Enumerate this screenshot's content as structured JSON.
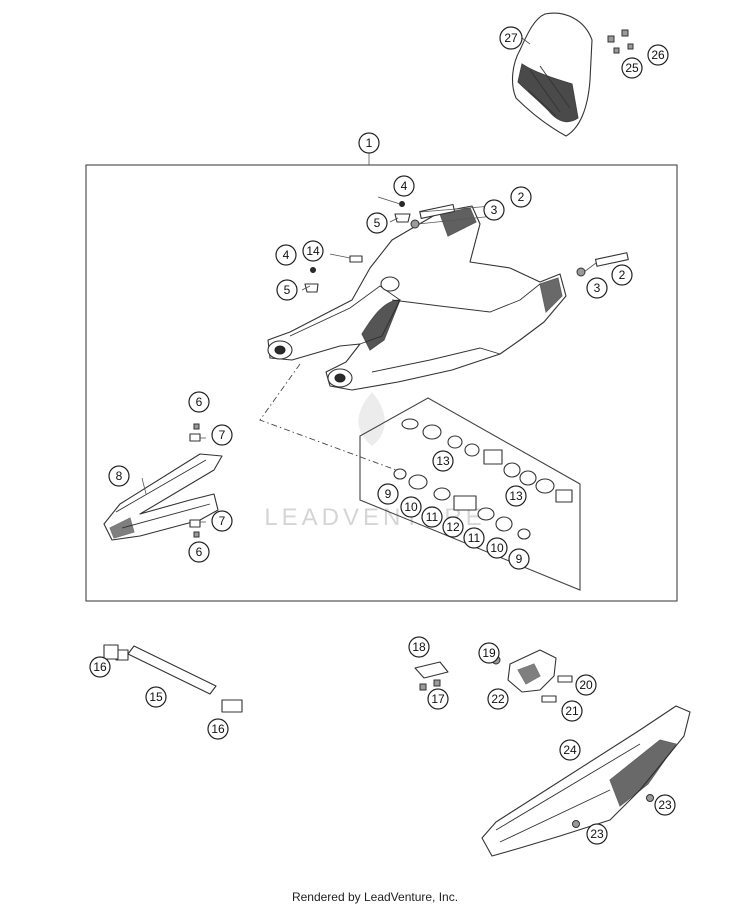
{
  "diagram": {
    "callouts": [
      {
        "id": "c27",
        "label": "27"
      },
      {
        "id": "c25",
        "label": "25"
      },
      {
        "id": "c26",
        "label": "26"
      },
      {
        "id": "c1",
        "label": "1"
      },
      {
        "id": "c4a",
        "label": "4"
      },
      {
        "id": "c5a",
        "label": "5"
      },
      {
        "id": "c2a",
        "label": "2"
      },
      {
        "id": "c3a",
        "label": "3"
      },
      {
        "id": "c4b",
        "label": "4"
      },
      {
        "id": "c14",
        "label": "14"
      },
      {
        "id": "c5b",
        "label": "5"
      },
      {
        "id": "c2b",
        "label": "2"
      },
      {
        "id": "c3b",
        "label": "3"
      },
      {
        "id": "c6a",
        "label": "6"
      },
      {
        "id": "c7a",
        "label": "7"
      },
      {
        "id": "c8",
        "label": "8"
      },
      {
        "id": "c7b",
        "label": "7"
      },
      {
        "id": "c6b",
        "label": "6"
      },
      {
        "id": "c13a",
        "label": "13"
      },
      {
        "id": "c9a",
        "label": "9"
      },
      {
        "id": "c10a",
        "label": "10"
      },
      {
        "id": "c11a",
        "label": "11"
      },
      {
        "id": "c12",
        "label": "12"
      },
      {
        "id": "c13b",
        "label": "13"
      },
      {
        "id": "c11b",
        "label": "11"
      },
      {
        "id": "c10b",
        "label": "10"
      },
      {
        "id": "c9b",
        "label": "9"
      },
      {
        "id": "c16a",
        "label": "16"
      },
      {
        "id": "c15",
        "label": "15"
      },
      {
        "id": "c16b",
        "label": "16"
      },
      {
        "id": "c18",
        "label": "18"
      },
      {
        "id": "c17",
        "label": "17"
      },
      {
        "id": "c19",
        "label": "19"
      },
      {
        "id": "c22",
        "label": "22"
      },
      {
        "id": "c20",
        "label": "20"
      },
      {
        "id": "c21",
        "label": "21"
      },
      {
        "id": "c24",
        "label": "24"
      },
      {
        "id": "c23a",
        "label": "23"
      },
      {
        "id": "c23b",
        "label": "23"
      }
    ],
    "watermark": "LEADVENTURE",
    "footer": "Rendered by LeadVenture, Inc."
  }
}
